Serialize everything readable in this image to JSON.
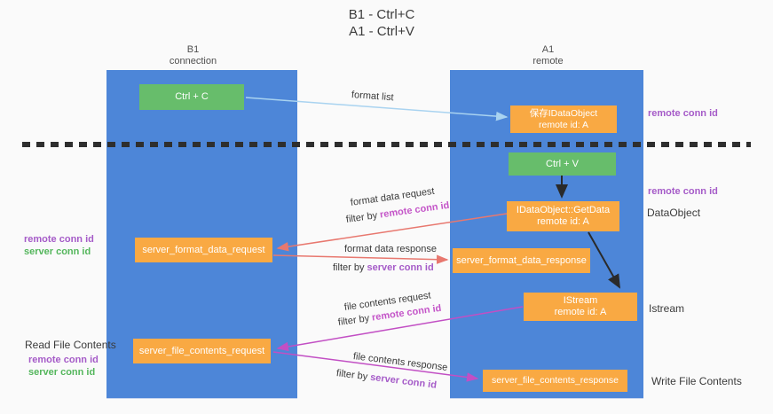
{
  "title": {
    "line1": "B1 - Ctrl+C",
    "line2": "A1 - Ctrl+V"
  },
  "columns": {
    "left": {
      "name": "B1",
      "subtitle": "connection"
    },
    "right": {
      "name": "A1",
      "subtitle": "remote"
    }
  },
  "boxes": {
    "ctrl_c": {
      "label": "Ctrl + C"
    },
    "save_idataobject": {
      "line1": "保存IDataObject",
      "line2": "remote id: A"
    },
    "ctrl_v": {
      "label": "Ctrl + V"
    },
    "getdata": {
      "line1": "IDataObject::GetData",
      "line2": "remote id: A"
    },
    "format_request": {
      "label": "server_format_data_request"
    },
    "format_response": {
      "label": "server_format_data_response"
    },
    "istream": {
      "line1": "IStream",
      "line2": "remote id: A"
    },
    "file_request": {
      "label": "server_file_contents_request"
    },
    "file_response": {
      "label": "server_file_contents_response"
    }
  },
  "side_labels": {
    "right_remote_conn_id_top": "remote conn id",
    "right_remote_conn_id_mid": "remote conn id",
    "data_object": "DataObject",
    "istream": "Istream",
    "write_file_contents": "Write File Contents",
    "left_remote_conn_id_top": "remote conn id",
    "left_server_conn_id_top": "server conn id",
    "read_file_contents": "Read File Contents",
    "left_remote_conn_id_bottom": "remote conn id",
    "left_server_conn_id_bottom": "server conn id"
  },
  "arrow_labels": {
    "format_list": "format list",
    "format_data_request": "format data request",
    "format_data_response": "format data response",
    "file_contents_request": "file contents request",
    "file_contents_response": "file contents response",
    "filter_by": "filter by ",
    "remote_conn_id": "remote conn id",
    "server_conn_id": "server conn id"
  },
  "colors": {
    "column_blue": "#4d86d8",
    "box_green": "#67bd6b",
    "box_orange": "#f9a943",
    "label_purple": "#a55bc8",
    "label_magenta": "#c455c8",
    "label_green": "#54b65c",
    "arrow_salmon": "#e8786f",
    "arrow_magenta": "#c24fc4",
    "arrow_lightblue": "#a9d3f0",
    "arrow_black": "#2a2a2a"
  }
}
